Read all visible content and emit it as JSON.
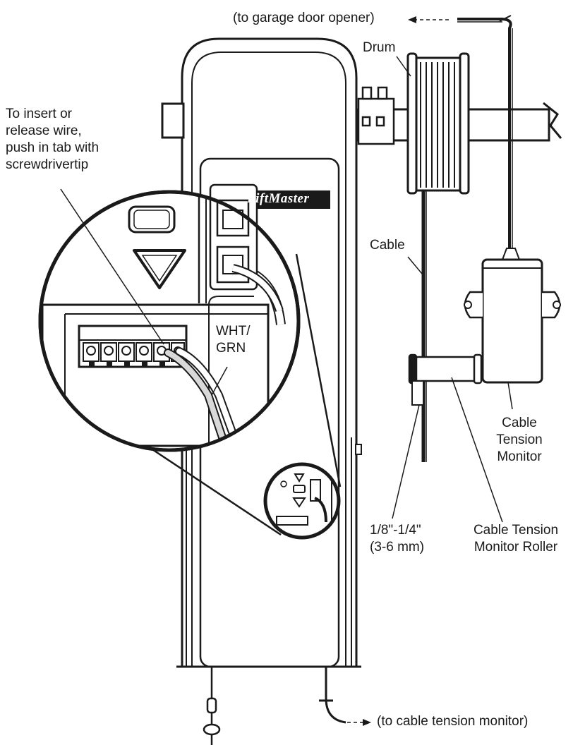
{
  "labels": {
    "to_opener": "(to garage door opener)",
    "drum": "Drum",
    "insert_line1": "To insert or",
    "insert_line2": "release wire,",
    "insert_line3": "push in tab with",
    "insert_line4": "screwdrivertip",
    "cable": "Cable",
    "wht_line1": "WHT/",
    "wht_line2": "GRN",
    "ctm_line1": "Cable",
    "ctm_line2": "Tension",
    "ctm_line3": "Monitor",
    "gap_line1": "1/8\"-1/4\"",
    "gap_line2": "(3-6 mm)",
    "ctmr_line1": "Cable Tension",
    "ctmr_line2": "Monitor Roller",
    "to_ctm": "(to cable tension monitor)"
  },
  "brand_text": "LiftMaster",
  "colors": {
    "line": "#1a1a1a",
    "fill": "#ffffff",
    "dark": "#1a1a1a",
    "shade": "#d9d9d9"
  }
}
